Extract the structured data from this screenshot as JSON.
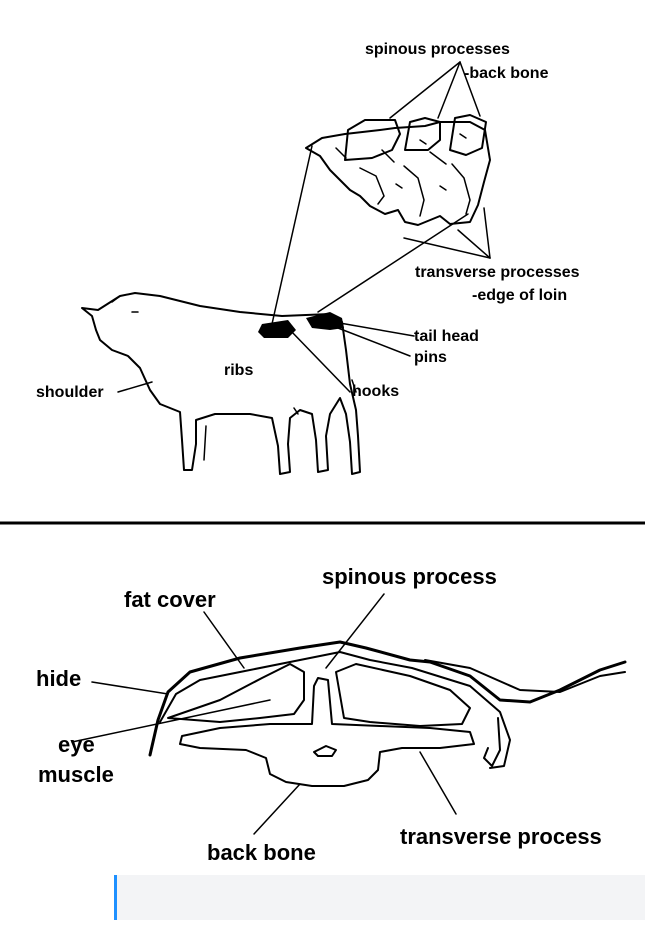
{
  "top_diagram": {
    "labels": {
      "spinous_processes": "spinous processes",
      "back_bone": "-back bone",
      "transverse_processes": "transverse processes",
      "edge_of_loin": "-edge of loin",
      "tail_head": "tail head",
      "pins": "pins",
      "hooks": "hooks",
      "ribs": "ribs",
      "shoulder": "shoulder"
    }
  },
  "bottom_diagram": {
    "labels": {
      "fat_cover": "fat cover",
      "spinous_process": "spinous process",
      "hide": "hide",
      "eye": "eye",
      "muscle": "muscle",
      "back_bone": "back bone",
      "transverse_process": "transverse process"
    }
  },
  "colors": {
    "ink": "#000000",
    "background": "#ffffff",
    "quote_bar": "#1e90ff"
  }
}
